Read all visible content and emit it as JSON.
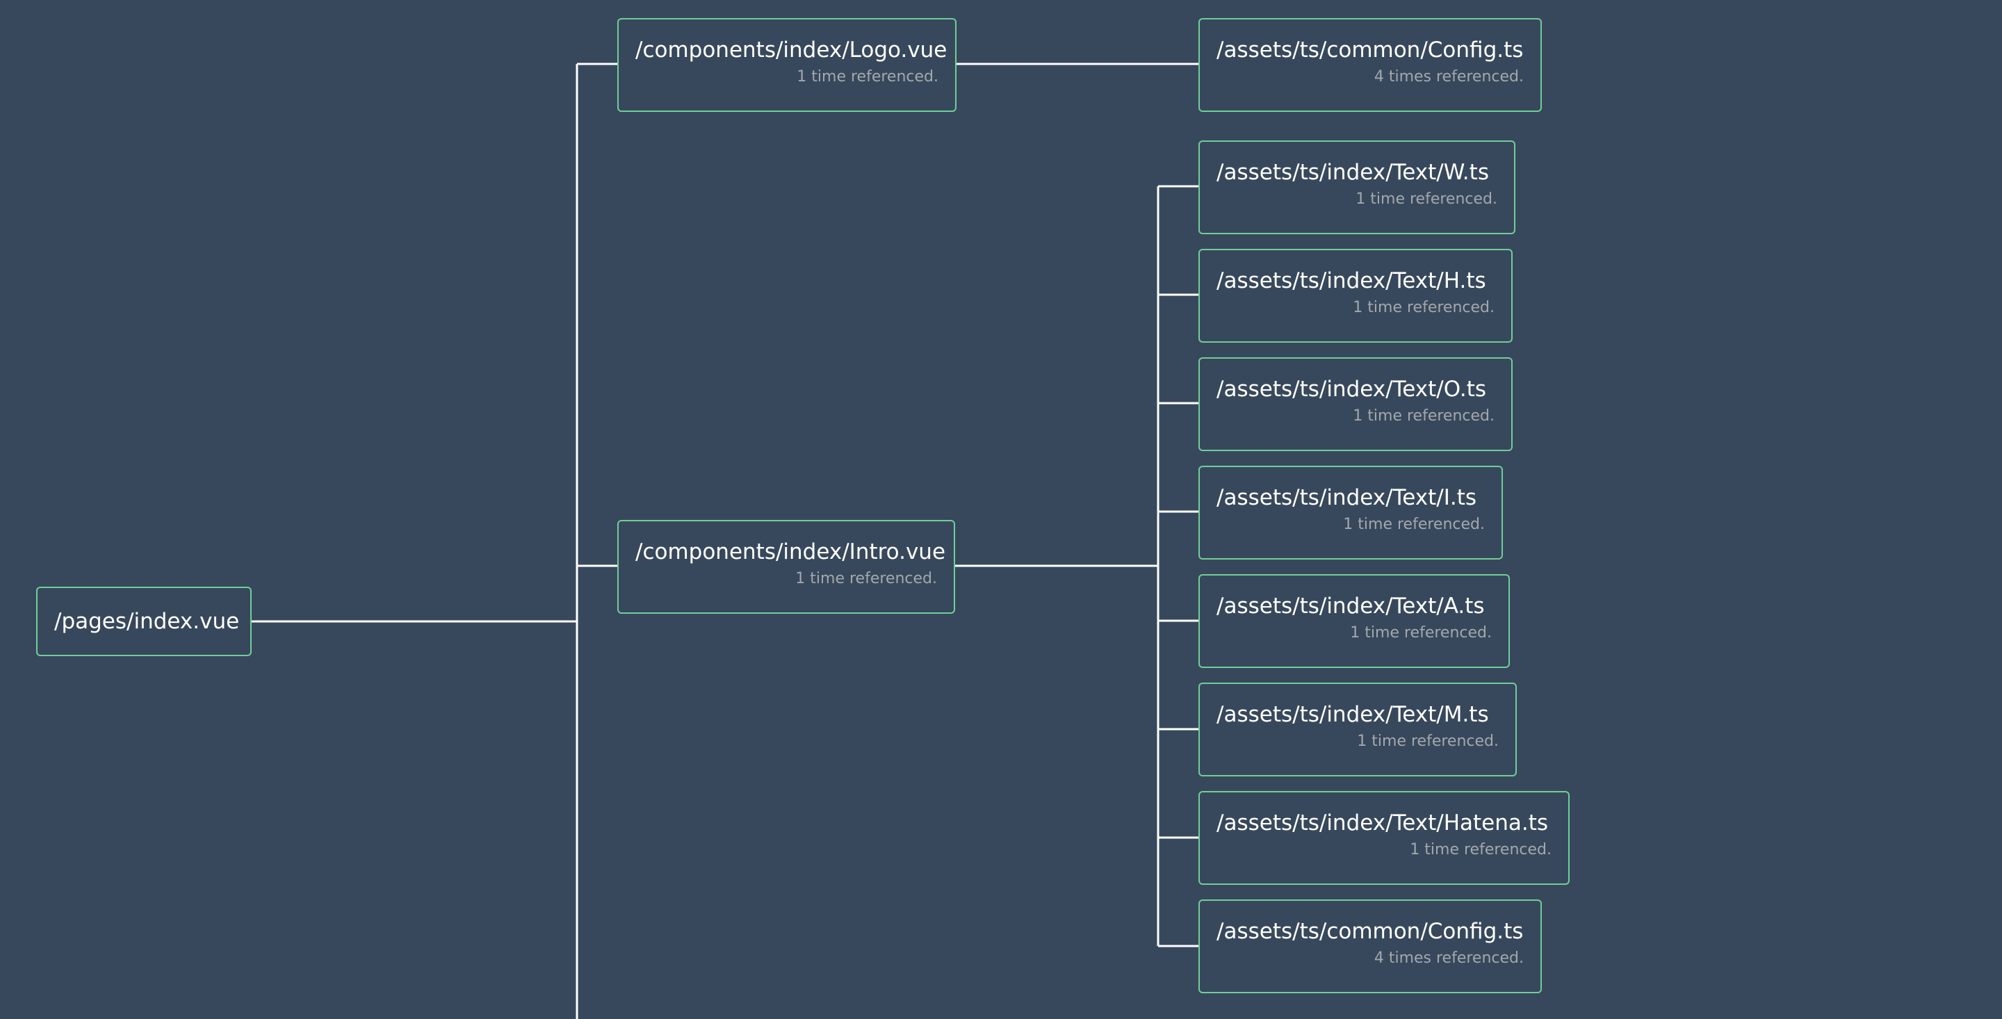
{
  "root": {
    "path": "/pages/index.vue"
  },
  "components": [
    {
      "path": "/components/index/Logo.vue",
      "refs": "1 time referenced.",
      "deps": [
        {
          "path": "/assets/ts/common/Config.ts",
          "refs": "4 times referenced."
        }
      ]
    },
    {
      "path": "/components/index/Intro.vue",
      "refs": "1 time referenced.",
      "deps": [
        {
          "path": "/assets/ts/index/Text/W.ts",
          "refs": "1 time referenced."
        },
        {
          "path": "/assets/ts/index/Text/H.ts",
          "refs": "1 time referenced."
        },
        {
          "path": "/assets/ts/index/Text/O.ts",
          "refs": "1 time referenced."
        },
        {
          "path": "/assets/ts/index/Text/I.ts",
          "refs": "1 time referenced."
        },
        {
          "path": "/assets/ts/index/Text/A.ts",
          "refs": "1 time referenced."
        },
        {
          "path": "/assets/ts/index/Text/M.ts",
          "refs": "1 time referenced."
        },
        {
          "path": "/assets/ts/index/Text/Hatena.ts",
          "refs": "1 time referenced."
        },
        {
          "path": "/assets/ts/common/Config.ts",
          "refs": "4 times referenced."
        }
      ]
    }
  ]
}
